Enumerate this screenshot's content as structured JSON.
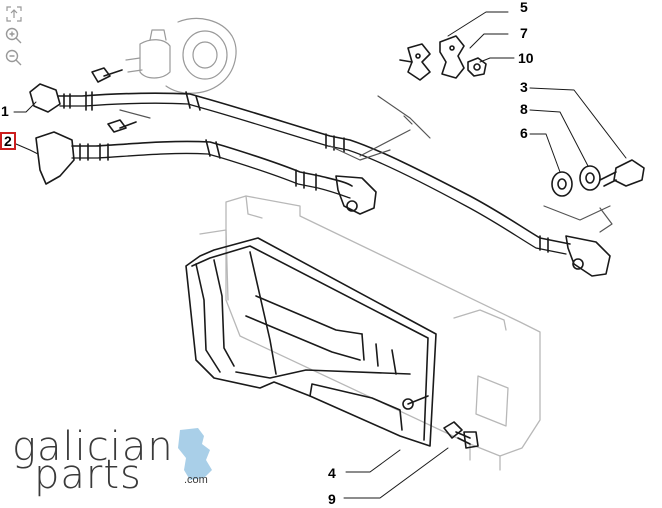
{
  "toolbar": {
    "fit_icon": "fit-to-screen-icon",
    "zoom_in_icon": "zoom-in-icon",
    "zoom_out_icon": "zoom-out-icon"
  },
  "callouts": [
    {
      "label": "1"
    },
    {
      "label": "2"
    },
    {
      "label": "3"
    },
    {
      "label": "4"
    },
    {
      "label": "5"
    },
    {
      "label": "6"
    },
    {
      "label": "7"
    },
    {
      "label": "8"
    },
    {
      "label": "9"
    },
    {
      "label": "10"
    }
  ],
  "selected_callout": "2",
  "colors": {
    "line": "#1a1a1a",
    "selection": "#cc1f1f",
    "logo_text": "#3a3a3a",
    "logo_accent": "#a9cfe8"
  },
  "logo": {
    "line1": "galician",
    "line2": "parts",
    "tld": ".com"
  }
}
